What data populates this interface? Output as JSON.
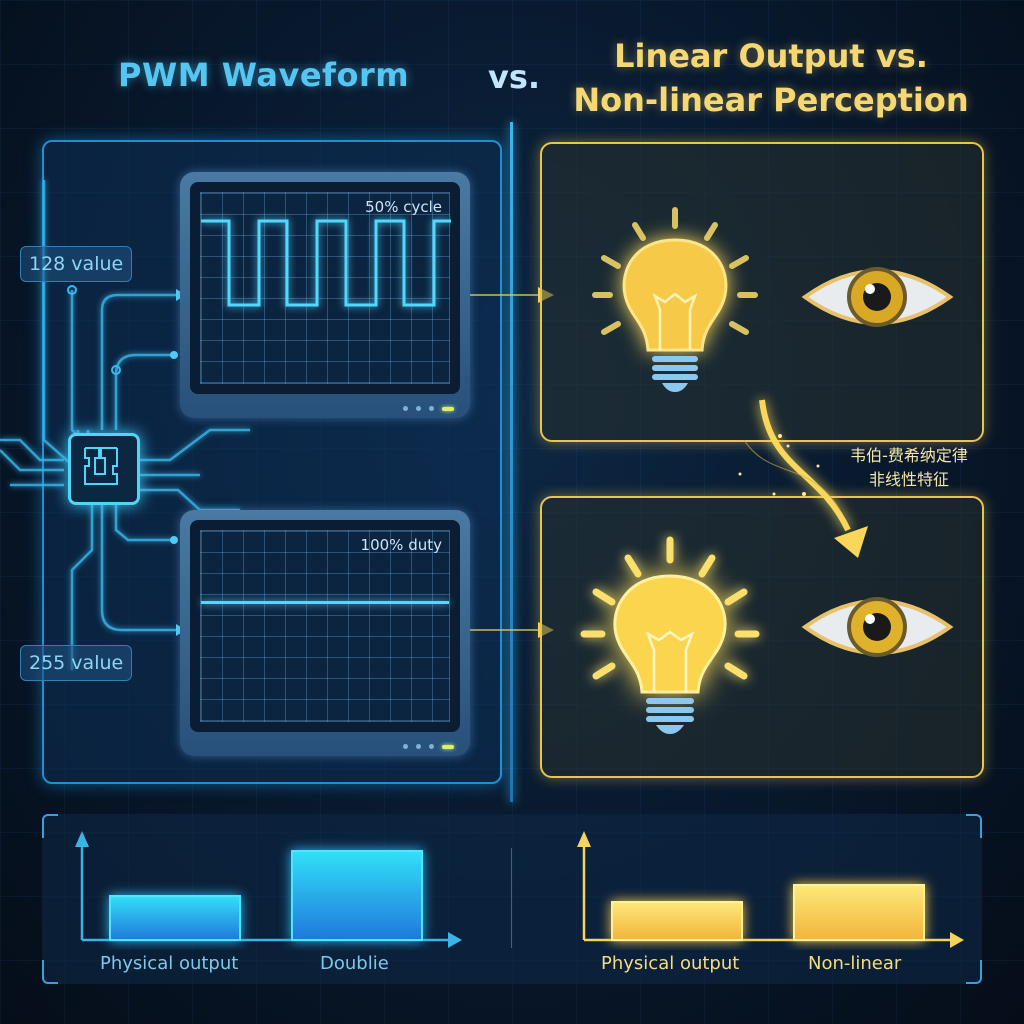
{
  "header": {
    "title_left": "PWM Waveform",
    "title_vs": "vs.",
    "title_right_line1": "Linear Output vs.",
    "title_right_line2": "Non-linear Perception"
  },
  "left": {
    "top_scope": {
      "label": "50% cycle",
      "input_value": "128 value",
      "waveform": "square-wave-50-percent"
    },
    "bottom_scope": {
      "label": "100% duty",
      "input_value": "255 value",
      "waveform": "flat-line-100-percent"
    },
    "chip_icon": "microcontroller-chip-icon"
  },
  "right": {
    "top_panel": {
      "icons": [
        "lightbulb-icon",
        "eye-icon"
      ],
      "brightness": "dim"
    },
    "bottom_panel": {
      "icons": [
        "lightbulb-icon",
        "eye-icon"
      ],
      "brightness": "bright"
    },
    "annotation_line1": "韦伯-费希纳定律",
    "annotation_line2": "非线性特征"
  },
  "bottom": {
    "left_chart": {
      "labels": [
        "Physical output",
        "Doublie"
      ]
    },
    "right_chart": {
      "labels": [
        "Physical output",
        "Non-linear"
      ]
    }
  },
  "colors": {
    "blue_accent": "#3fc4f2",
    "yellow_accent": "#f6d872",
    "background": "#08182c"
  },
  "chart_data": [
    {
      "type": "bar",
      "title": "",
      "categories": [
        "Physical output",
        "Doublie"
      ],
      "values": [
        1,
        2
      ],
      "xlabel": "",
      "ylabel": "",
      "color": "#2ab8f0"
    },
    {
      "type": "bar",
      "title": "",
      "categories": [
        "Physical output",
        "Non-linear"
      ],
      "values": [
        1,
        1.4
      ],
      "xlabel": "",
      "ylabel": "",
      "color": "#f5c842"
    }
  ]
}
